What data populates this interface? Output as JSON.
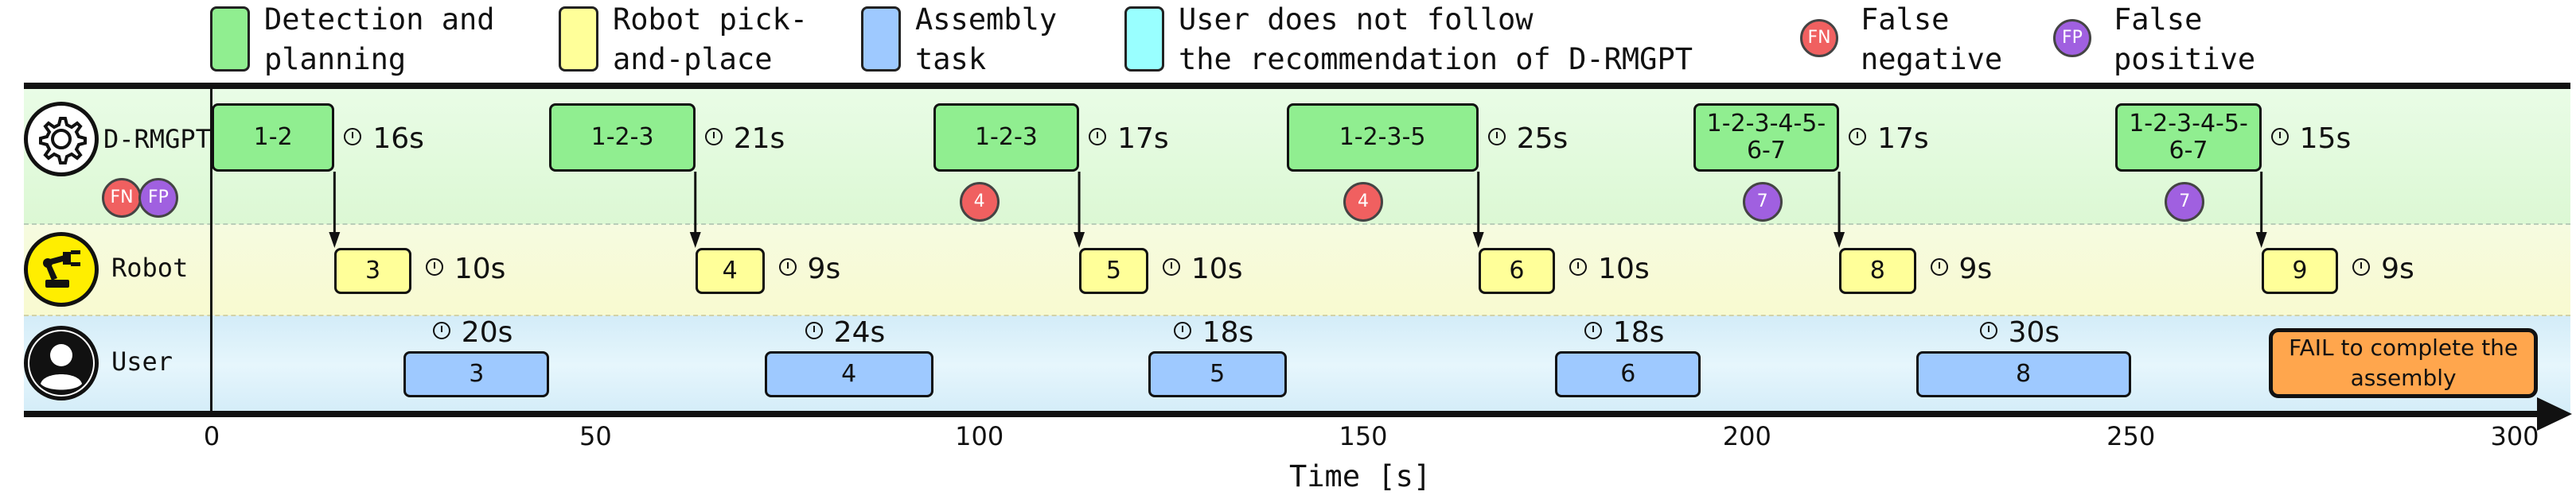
{
  "legend": [
    {
      "kind": "swatch",
      "color": "#90ee90",
      "text": "Detection and\nplanning"
    },
    {
      "kind": "swatch",
      "color": "#ffff99",
      "text": "Robot pick-\nand-place"
    },
    {
      "kind": "swatch",
      "color": "#9ec9ff",
      "text": "Assembly\ntask"
    },
    {
      "kind": "swatch",
      "color": "#99ffff",
      "text": "User does not follow\nthe recommendation of D-RMGPT"
    },
    {
      "kind": "circle",
      "color": "#f06060",
      "label": "FN",
      "text": "False\nnegative"
    },
    {
      "kind": "circle",
      "color": "#a060e0",
      "label": "FP",
      "text": "False\npositive"
    }
  ],
  "rows": {
    "drmgpt": {
      "label": "D-RMGPT",
      "fn": "FN",
      "fp": "FP"
    },
    "robot": {
      "label": "Robot"
    },
    "user": {
      "label": "User"
    }
  },
  "colors": {
    "detection": "#90ee90",
    "robot": "#ffff99",
    "user": "#9ec9ff",
    "fail": "#ffa64d",
    "fn": "#f06060",
    "fp": "#a060e0",
    "band_green": "#e4fbe0",
    "band_yellow": "#f8fbd8",
    "band_blue": "#d9f0fb"
  },
  "detection": [
    {
      "label": "1-2",
      "start": 0,
      "end": 16,
      "dur": "16s"
    },
    {
      "label": "1-2-3",
      "start": 44,
      "end": 63,
      "dur": "21s"
    },
    {
      "label": "1-2-3",
      "start": 94,
      "end": 113,
      "dur": "17s"
    },
    {
      "label": "1-2-3-5",
      "start": 140,
      "end": 165,
      "dur": "25s"
    },
    {
      "label": "1-2-3-4-5-\n6-7",
      "start": 193,
      "end": 212,
      "dur": "17s"
    },
    {
      "label": "1-2-3-4-5-\n6-7",
      "start": 248,
      "end": 267,
      "dur": "15s"
    }
  ],
  "badges": [
    {
      "text": "4",
      "type": "fn",
      "at": 100
    },
    {
      "text": "4",
      "type": "fn",
      "at": 150
    },
    {
      "text": "7",
      "type": "fp",
      "at": 202
    },
    {
      "text": "7",
      "type": "fp",
      "at": 257
    }
  ],
  "robot": [
    {
      "label": "3",
      "start": 16,
      "end": 26,
      "dur": "10s"
    },
    {
      "label": "4",
      "start": 63,
      "end": 72,
      "dur": "9s"
    },
    {
      "label": "5",
      "start": 113,
      "end": 122,
      "dur": "10s"
    },
    {
      "label": "6",
      "start": 165,
      "end": 175,
      "dur": "10s"
    },
    {
      "label": "8",
      "start": 212,
      "end": 222,
      "dur": "9s"
    },
    {
      "label": "9",
      "start": 267,
      "end": 277,
      "dur": "9s"
    }
  ],
  "user": [
    {
      "label": "3",
      "start": 25,
      "end": 44,
      "dur": "20s"
    },
    {
      "label": "4",
      "start": 72,
      "end": 94,
      "dur": "24s"
    },
    {
      "label": "5",
      "start": 122,
      "end": 140,
      "dur": "18s"
    },
    {
      "label": "6",
      "start": 175,
      "end": 194,
      "dur": "18s"
    },
    {
      "label": "8",
      "start": 222,
      "end": 250,
      "dur": "30s"
    }
  ],
  "fail": {
    "text": "FAIL to complete the assembly",
    "start": 268,
    "end": 303
  },
  "axis": {
    "label": "Time [s]",
    "min": 0,
    "max": 300,
    "ticks": [
      0,
      50,
      100,
      150,
      200,
      250,
      300
    ]
  }
}
